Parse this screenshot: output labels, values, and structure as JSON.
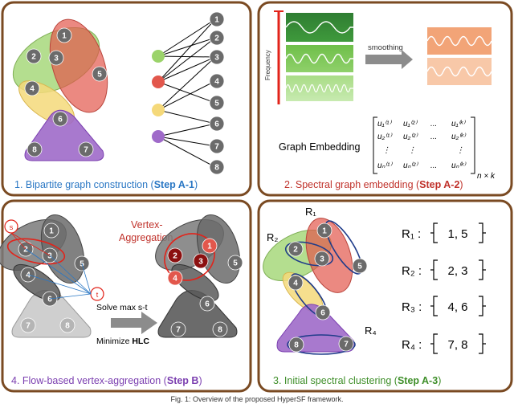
{
  "colors": {
    "panel_border": "#7a4a22",
    "node": "#6b6b6b",
    "green": "#9bd36a",
    "red": "#e2574c",
    "yellow": "#f5d97a",
    "purple": "#9f6ac9",
    "grey_dark": "#5a5a5a",
    "grey_light": "#cfcfcf",
    "blue_caption": "#2a77c4",
    "red_caption": "#c0322b",
    "purple_caption": "#7b3fb0",
    "green_caption": "#3f8f2a"
  },
  "panel1": {
    "caption": "1. Bipartite graph construction (",
    "step": "Step A-1",
    "caption_end": ")",
    "right_nodes": [
      "1",
      "2",
      "3",
      "4",
      "5",
      "6",
      "7",
      "8"
    ],
    "blob_nodes": [
      "1",
      "2",
      "3",
      "4",
      "5",
      "6",
      "7",
      "8"
    ]
  },
  "panel2": {
    "caption": "2. Spectral graph embedding (",
    "step": "Step A-2",
    "caption_end": ")",
    "frequency_label": "Frequency",
    "smoothing_label": "smoothing",
    "graph_embedding_label": "Graph Embedding",
    "matrix_dims": "n × k",
    "matrix": {
      "row1": [
        "u₁⁽¹⁾",
        "u₁⁽²⁾",
        "...",
        "u₁⁽ᵏ⁾"
      ],
      "row2": [
        "u₂⁽¹⁾",
        "u₂⁽²⁾",
        "...",
        "u₂⁽ᵏ⁾"
      ],
      "row3": [
        "⋮",
        "⋮",
        "",
        "⋮"
      ],
      "row4": [
        "uₙ⁽¹⁾",
        "uₙ⁽²⁾",
        "...",
        "uₙ⁽ᵏ⁾"
      ]
    }
  },
  "panel3": {
    "caption": "3. Initial spectral clustering (",
    "step": "Step A-3",
    "caption_end": ")",
    "region_labels": [
      "R₁",
      "R₂",
      "R₄"
    ],
    "nodes": [
      "1",
      "2",
      "3",
      "4",
      "5",
      "6",
      "7",
      "8"
    ],
    "assignments": [
      {
        "label": "R₁ :",
        "set": "1, 5"
      },
      {
        "label": "R₂ :",
        "set": "2, 3"
      },
      {
        "label": "R₃ :",
        "set": "4, 6"
      },
      {
        "label": "R₄ :",
        "set": "7, 8"
      }
    ]
  },
  "panel4": {
    "caption": "4. Flow-based vertex-aggregation (",
    "step": "Step B",
    "caption_end": ")",
    "title_line1": "Vertex-",
    "title_line2": "Aggregation",
    "source": "s",
    "sink": "t",
    "arrow_text1": "Solve max s-t",
    "arrow_text2a": "Minimize ",
    "arrow_text2b": "HLC",
    "left_nodes": [
      "1",
      "2",
      "3",
      "4",
      "5",
      "6",
      "7",
      "8"
    ],
    "right_nodes": [
      "1",
      "2",
      "3",
      "4",
      "5",
      "6",
      "7",
      "8"
    ]
  },
  "footer": "Fig. 1: Overview of the proposed HyperSF framework."
}
